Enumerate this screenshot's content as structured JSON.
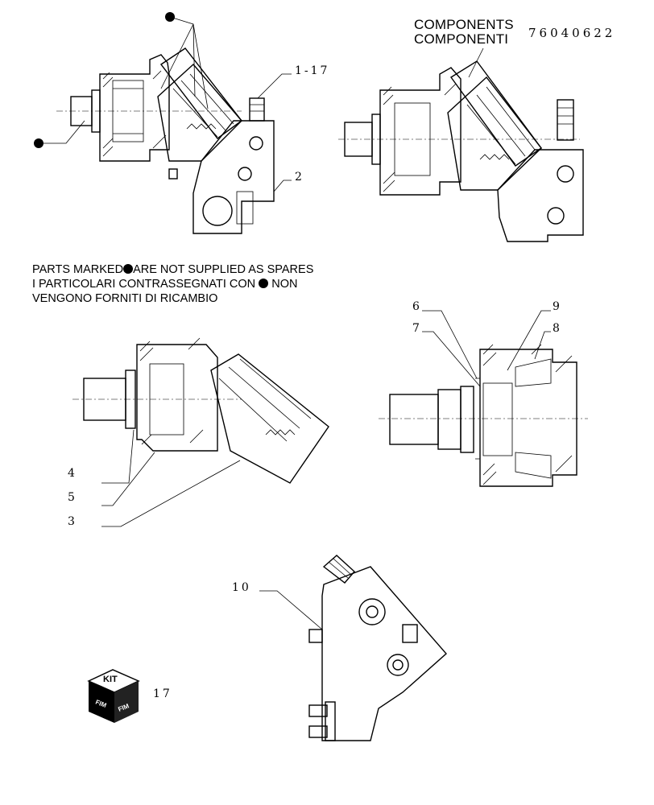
{
  "header": {
    "title_en": "COMPONENTS",
    "title_it": "COMPONENTI",
    "code": "76040622"
  },
  "note": {
    "line1_before": "PARTS MARKED",
    "line1_after": "ARE NOT SUPPLIED AS SPARES",
    "line2_before": "I PARTICOLARI CONTRASSEGNATI CON",
    "line2_after": "NON",
    "line3": "VENGONO FORNITI DI RICAMBIO"
  },
  "callouts": {
    "c1_17": "1-17",
    "c2": "2",
    "c3": "3",
    "c4": "4",
    "c5": "5",
    "c6": "6",
    "c7": "7",
    "c8": "8",
    "c9": "9",
    "c10": "10",
    "c17": "17"
  },
  "kit": {
    "label": "KIT"
  }
}
